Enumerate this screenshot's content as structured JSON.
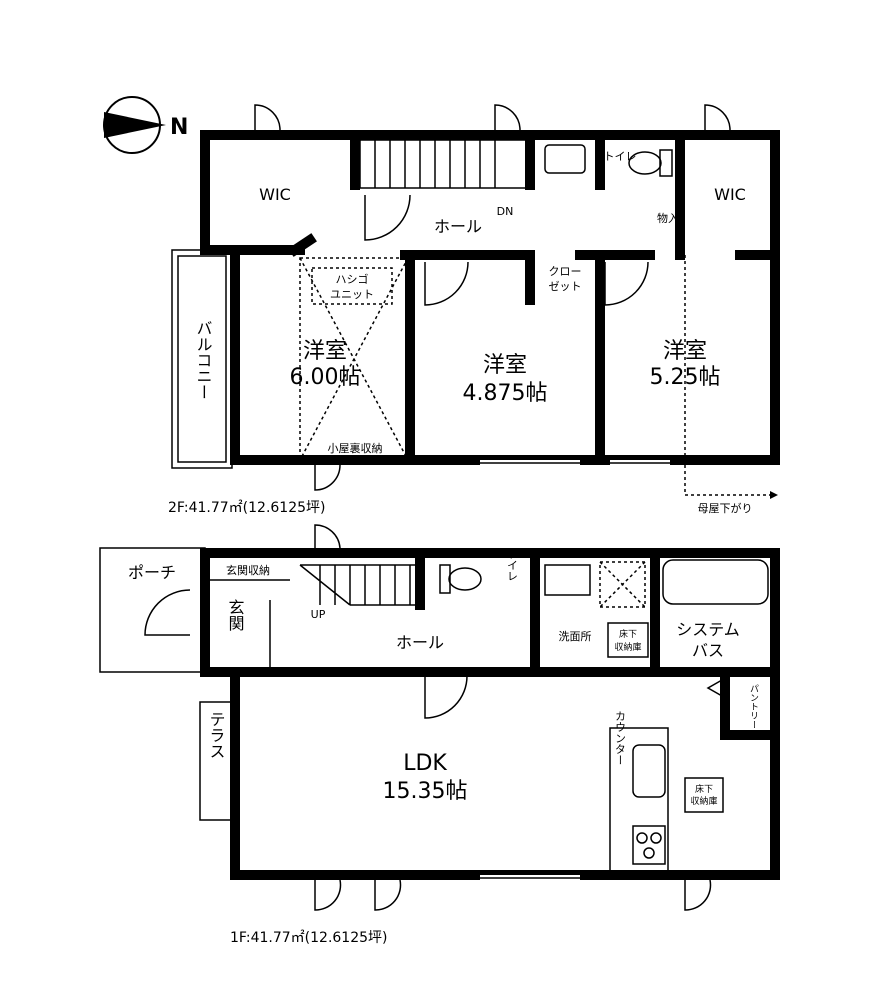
{
  "compass": {
    "label": "N"
  },
  "floor2": {
    "area_label": "2F:41.77㎡(12.6125坪)",
    "rooms": {
      "wic_left": "WIC",
      "wic_right": "WIC",
      "hall": "ホール",
      "dn": "DN",
      "toilet": "トイレ",
      "storage": "物入",
      "closet_1": "クロー",
      "closet_2": "ゼット",
      "ladder_1": "ハシゴ",
      "ladder_2": "ユニット",
      "balcony": "バルコニー",
      "room1_name": "洋室",
      "room1_size": "6.00帖",
      "room2_name": "洋室",
      "room2_size": "4.875帖",
      "room3_name": "洋室",
      "room3_size": "5.25帖",
      "attic": "小屋裏収納",
      "roof_note": "母屋下がり"
    }
  },
  "floor1": {
    "area_label": "1F:41.77㎡(12.6125坪)",
    "rooms": {
      "porch": "ポーチ",
      "shoe_storage": "玄関収納",
      "entrance": "玄関",
      "up": "UP",
      "hall": "ホール",
      "toilet": "トイレ",
      "washroom": "洗面所",
      "underfloor_1": "床下",
      "underfloor_2": "収納庫",
      "bath_1": "システム",
      "bath_2": "バス",
      "pantry": "パントリー",
      "terrace": "テラス",
      "counter": "カウンター",
      "ldk_name": "LDK",
      "ldk_size": "15.35帖",
      "kitchen_underfloor_1": "床下",
      "kitchen_underfloor_2": "収納庫"
    }
  }
}
